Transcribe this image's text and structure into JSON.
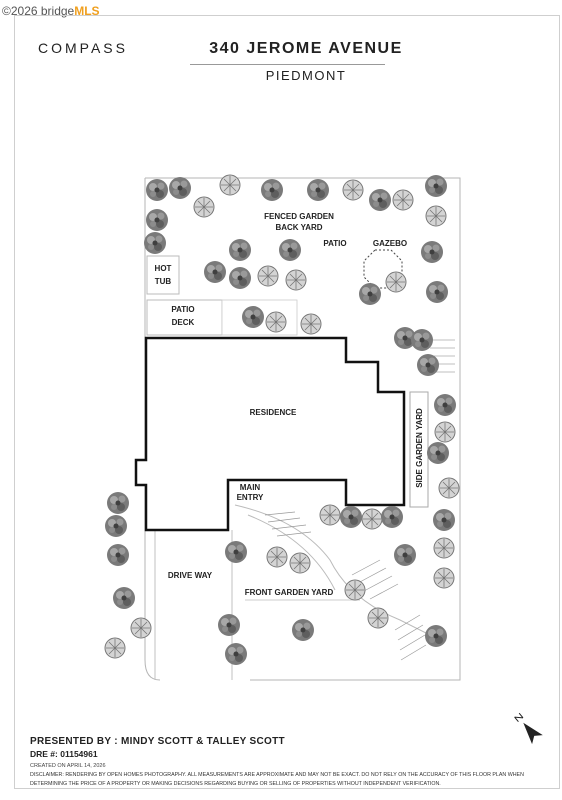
{
  "watermark": {
    "copyright": "©2026 bridge",
    "mls": "MLS"
  },
  "header": {
    "brand": "COMPASS",
    "address": "340 JEROME AVENUE",
    "city": "PIEDMONT"
  },
  "plan": {
    "labels": {
      "fenced_garden": "FENCED GARDEN",
      "back_yard": "BACK YARD",
      "patio": "PATIO",
      "gazebo": "GAZEBO",
      "hot": "HOT",
      "tub": "TUB",
      "patio_deck_1": "PATIO",
      "patio_deck_2": "DECK",
      "residence": "RESIDENCE",
      "side_garden_yard": "SIDE GARDEN YARD",
      "main": "MAIN",
      "entry": "ENTRY",
      "drive_way": "DRIVE WAY",
      "front_garden_yard": "FRONT GARDEN YARD"
    },
    "north_icon": "north-arrow-icon",
    "plant_icon": "plant-icon"
  },
  "footer": {
    "presented_by": "PRESENTED BY : MINDY SCOTT & TALLEY SCOTT",
    "dre": "DRE #: 01154961",
    "created": "CREATED ON APRIL 14, 2026",
    "disclaimer": "DISCLAIMER: RENDERING BY OPEN HOMES PHOTOGRAPHY. ALL MEASUREMENTS ARE APPROXIMATE AND MAY NOT BE EXACT. DO NOT RELY ON THE ACCURACY OF THIS FLOOR PLAN WHEN DETERMINING THE PRICE OF A PROPERTY OR MAKING DECISIONS REGARDING BUYING OR SELLING OF PROPERTIES WITHOUT INDEPENDENT VERIFICATION."
  }
}
